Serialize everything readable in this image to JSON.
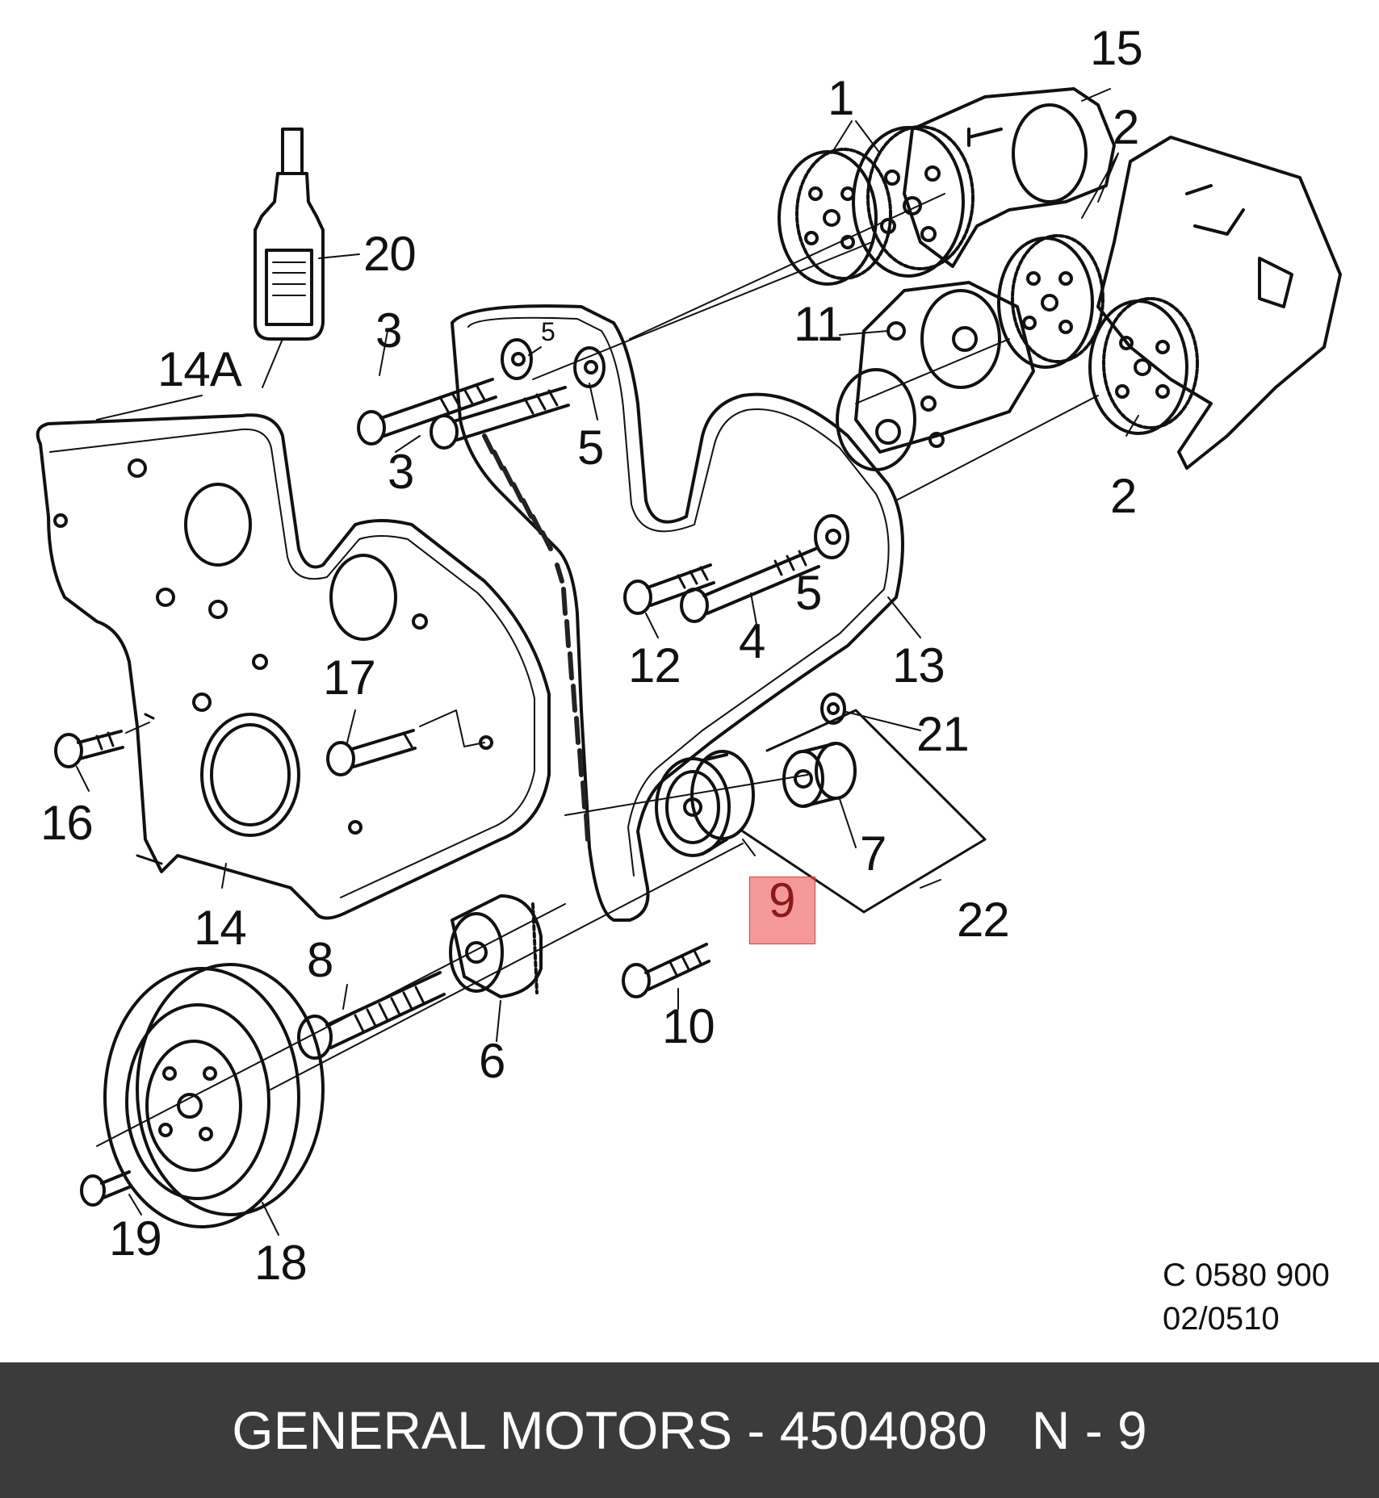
{
  "callouts": {
    "c1": "1",
    "c15": "15",
    "c2a": "2",
    "c2b": "2",
    "c20": "20",
    "c3a": "3",
    "c3b": "3",
    "c5a": "5",
    "c5b": "5",
    "c5c": "5",
    "c11": "11",
    "c14A": "14A",
    "c17": "17",
    "c16": "16",
    "c14": "14",
    "c12": "12",
    "c4": "4",
    "c13": "13",
    "c21": "21",
    "c7": "7",
    "c9": "9",
    "c22": "22",
    "c8": "8",
    "c6": "6",
    "c10": "10",
    "c19": "19",
    "c18": "18"
  },
  "drawing_code": {
    "line1": "C 0580 900",
    "line2": "02/0510"
  },
  "footer": {
    "brand": "GENERAL MOTORS",
    "sep": " - ",
    "part_number": "4504080",
    "gap": "   ",
    "suffix": "N - 9"
  },
  "colors": {
    "highlight": "#eb5a5a",
    "footer_bg": "#3b3b3b",
    "footer_text": "#ffffff",
    "ink": "#111111"
  }
}
